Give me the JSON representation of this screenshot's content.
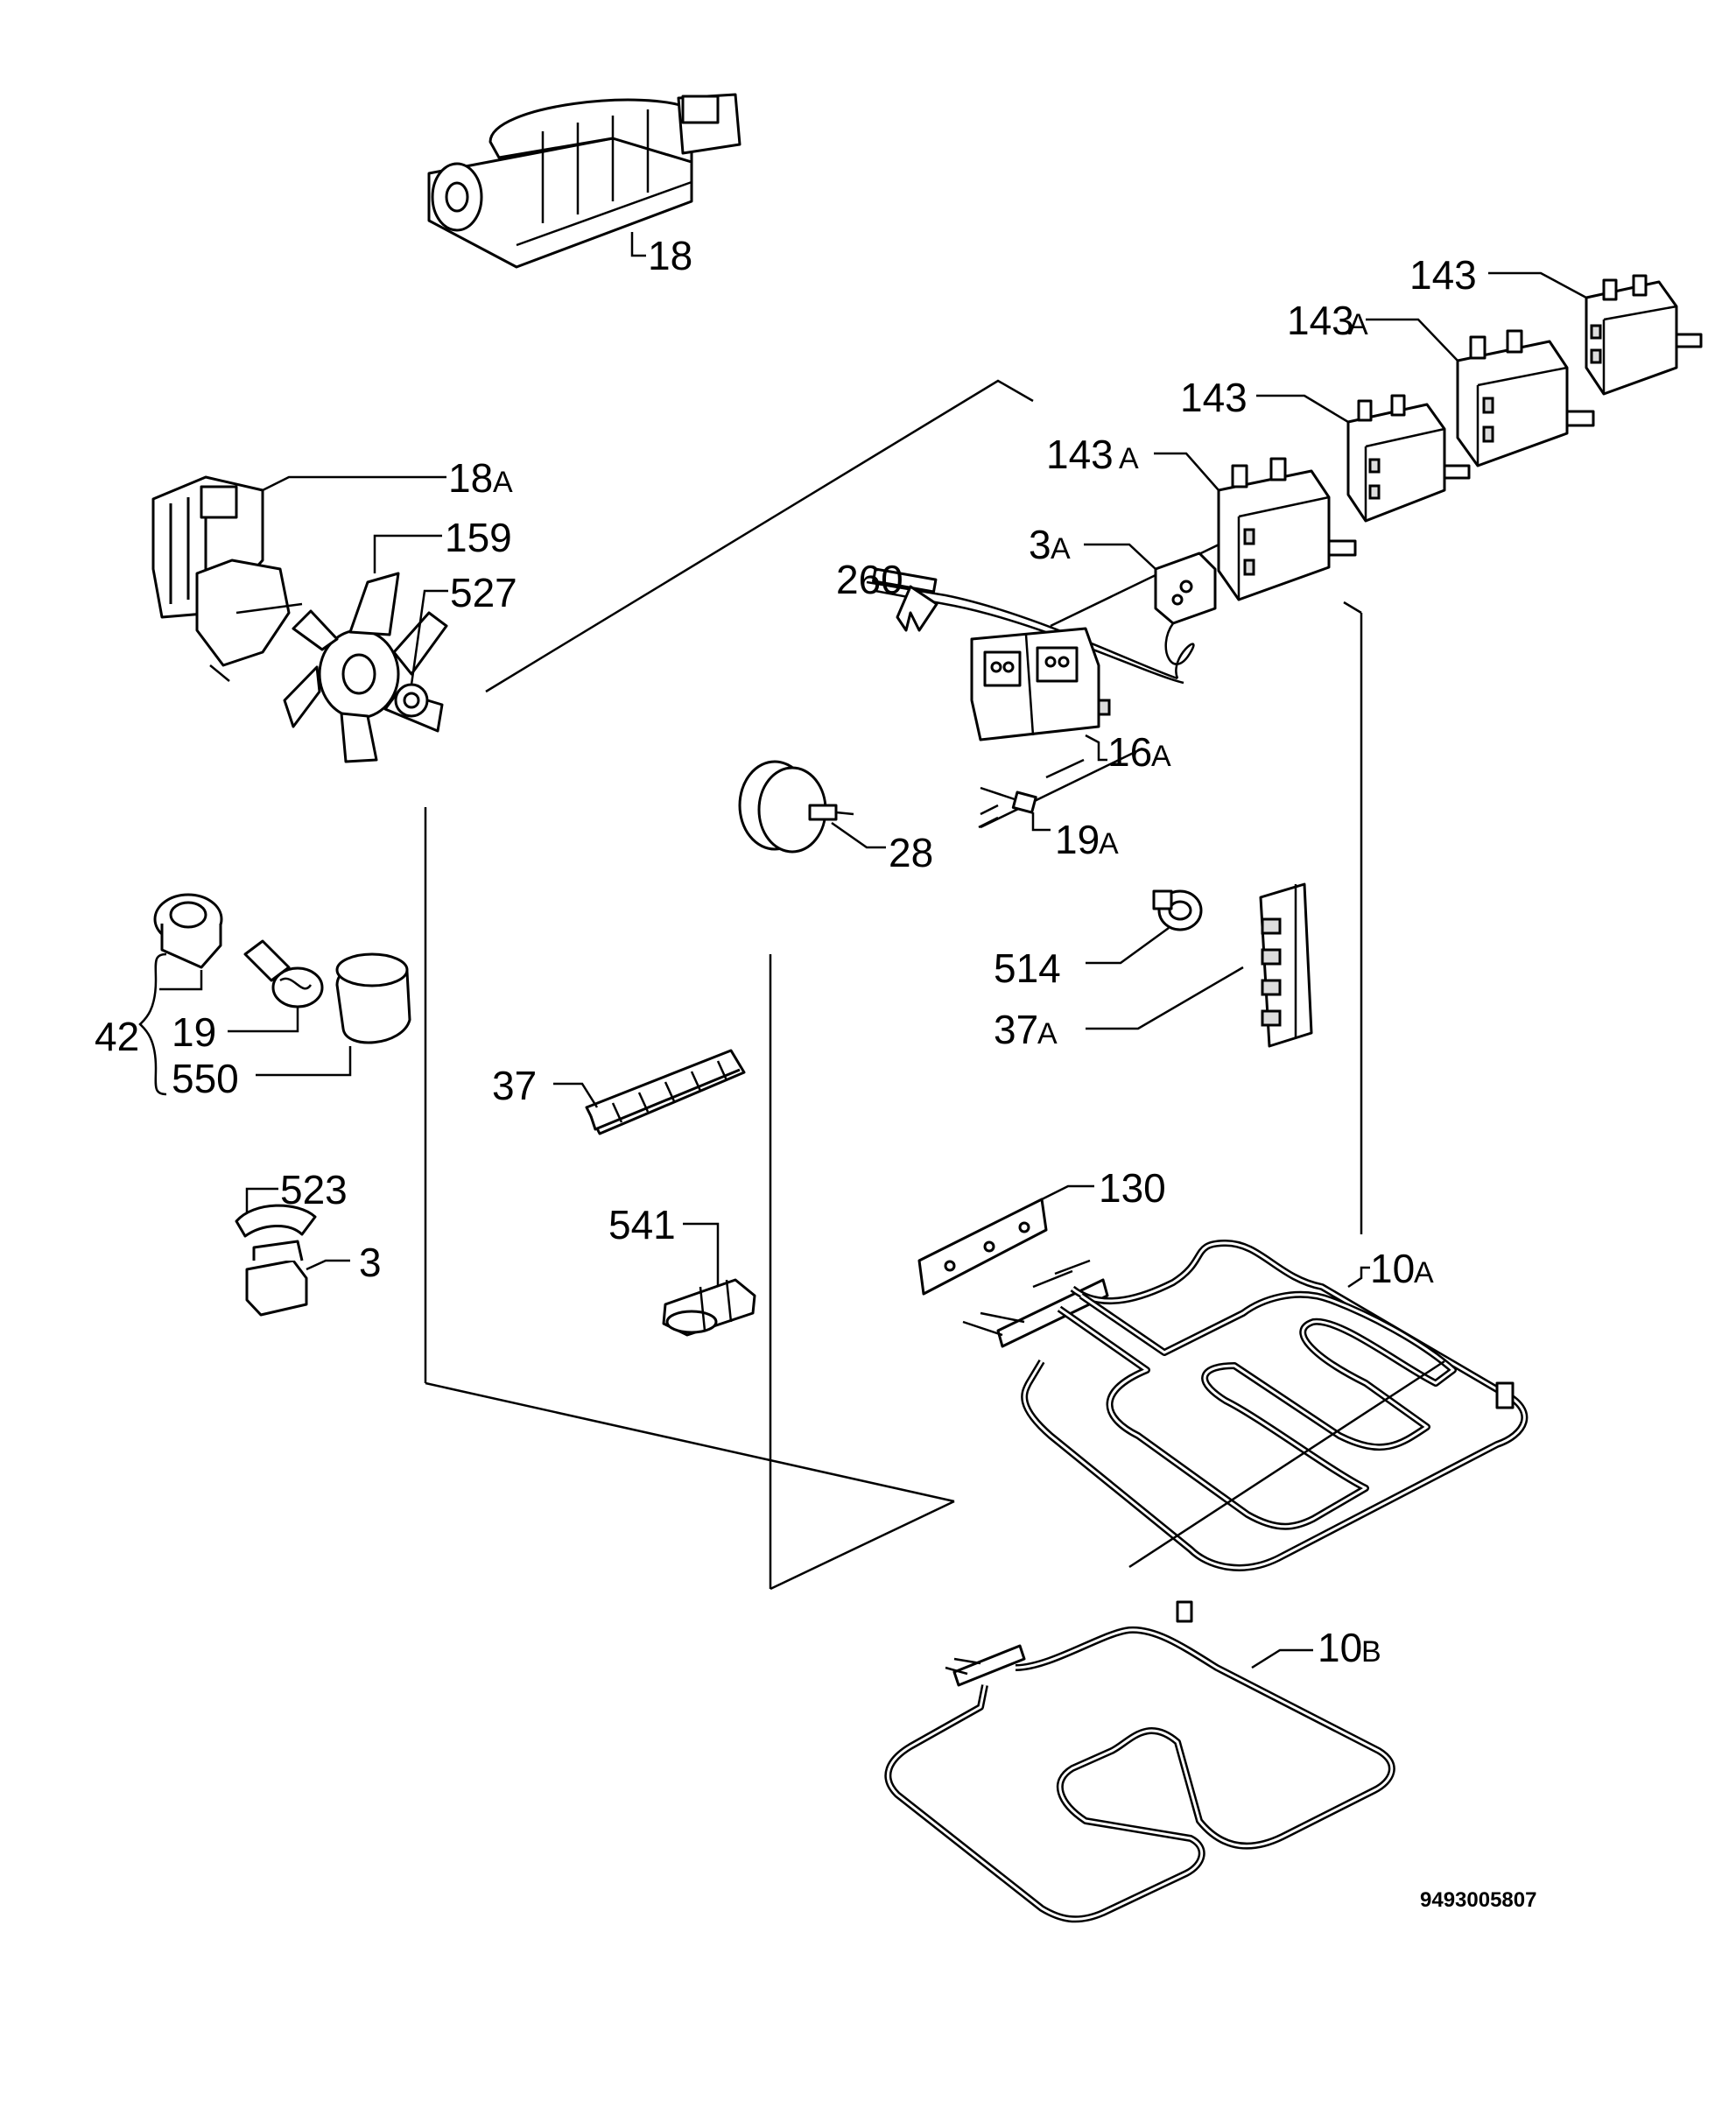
{
  "labels": {
    "p18": "18",
    "p143_r": "143",
    "p143a_r": "143",
    "p143a_r_suffix": "A",
    "p143_m": "143",
    "p143a_m": "143",
    "p143a_m_suffix": "A",
    "p18a": "18",
    "p18a_suffix": "A",
    "p159": "159",
    "p527": "527",
    "p3a": "3",
    "p3a_suffix": "A",
    "p260": "260",
    "p16a": "16",
    "p16a_suffix": "A",
    "p28": "28",
    "p19a": "19",
    "p19a_suffix": "A",
    "p514": "514",
    "p37a": "37",
    "p37a_suffix": "A",
    "p42": "42",
    "p19": "19",
    "p550": "550",
    "p37": "37",
    "p523": "523",
    "p3": "3",
    "p541": "541",
    "p130": "130",
    "p10a": "10",
    "p10a_suffix": "A",
    "p10b": "10",
    "p10b_suffix": "B"
  },
  "document_number": "9493005807"
}
